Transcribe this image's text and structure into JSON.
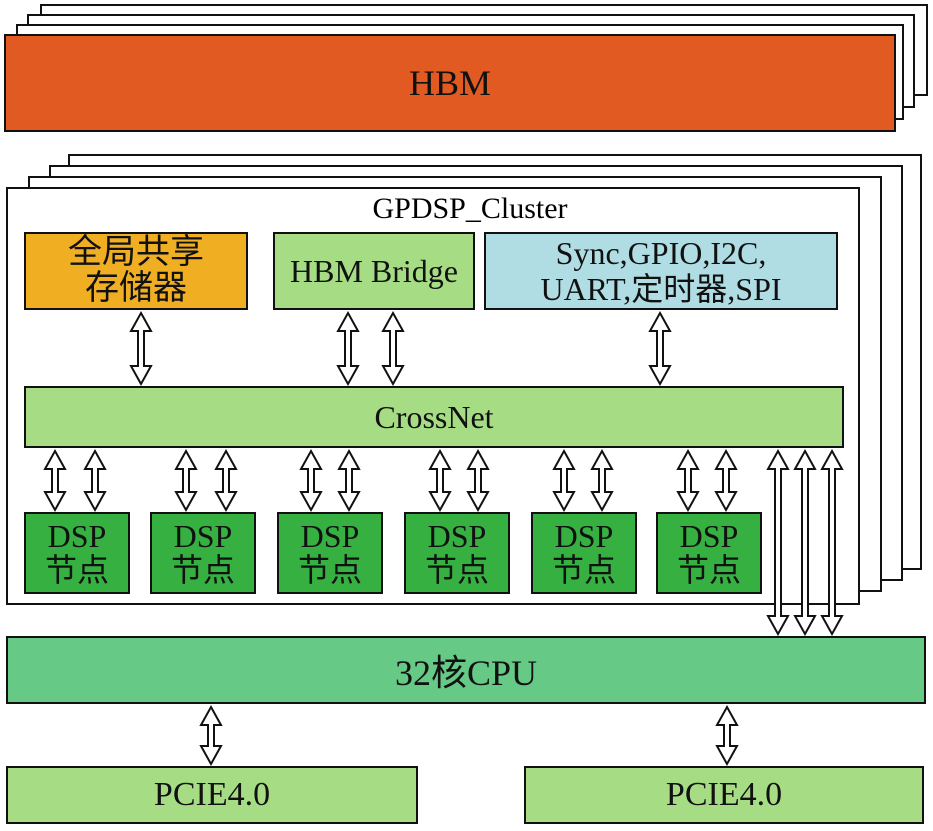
{
  "hbm": {
    "label": "HBM"
  },
  "cluster": {
    "title": "GPDSP_Cluster",
    "shared_memory": {
      "line1": "全局共享",
      "line2": "存储器"
    },
    "hbm_bridge": "HBM Bridge",
    "peripherals": {
      "line1": "Sync,GPIO,I2C,",
      "line2": "UART,定时器,SPI"
    },
    "crossnet": "CrossNet",
    "dsp_nodes": [
      {
        "line1": "DSP",
        "line2": "节点"
      },
      {
        "line1": "DSP",
        "line2": "节点"
      },
      {
        "line1": "DSP",
        "line2": "节点"
      },
      {
        "line1": "DSP",
        "line2": "节点"
      },
      {
        "line1": "DSP",
        "line2": "节点"
      },
      {
        "line1": "DSP",
        "line2": "节点"
      }
    ]
  },
  "cpu": {
    "label": "32核CPU"
  },
  "pcie": [
    {
      "label": "PCIE4.0"
    },
    {
      "label": "PCIE4.0"
    }
  ],
  "colors": {
    "hbm": "#e05a22",
    "green": "#a6dd84",
    "orange": "#f0ae22",
    "cyan": "#b0dde3",
    "dsp": "#35b041",
    "cpu": "#66c986"
  }
}
